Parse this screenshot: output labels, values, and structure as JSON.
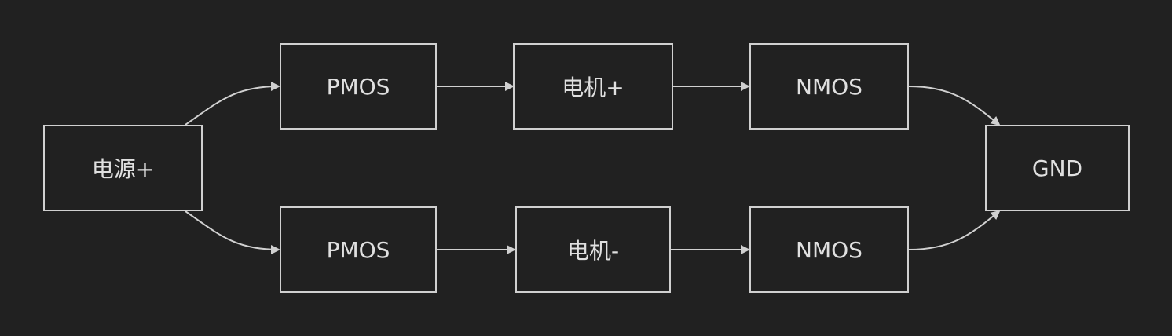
{
  "nodes": {
    "power_plus": "电源+",
    "pmos_top": "PMOS",
    "motor_plus": "电机+",
    "nmos_top": "NMOS",
    "pmos_bottom": "PMOS",
    "motor_minus": "电机-",
    "nmos_bottom": "NMOS",
    "gnd": "GND"
  },
  "edges": [
    {
      "from": "power_plus",
      "to": "pmos_top"
    },
    {
      "from": "pmos_top",
      "to": "motor_plus"
    },
    {
      "from": "motor_plus",
      "to": "nmos_top"
    },
    {
      "from": "nmos_top",
      "to": "gnd"
    },
    {
      "from": "power_plus",
      "to": "pmos_bottom"
    },
    {
      "from": "pmos_bottom",
      "to": "motor_minus"
    },
    {
      "from": "motor_minus",
      "to": "nmos_bottom"
    },
    {
      "from": "nmos_bottom",
      "to": "gnd"
    }
  ],
  "colors": {
    "background": "#212121",
    "stroke": "#d0d0d0",
    "text": "#e0e0e0"
  }
}
